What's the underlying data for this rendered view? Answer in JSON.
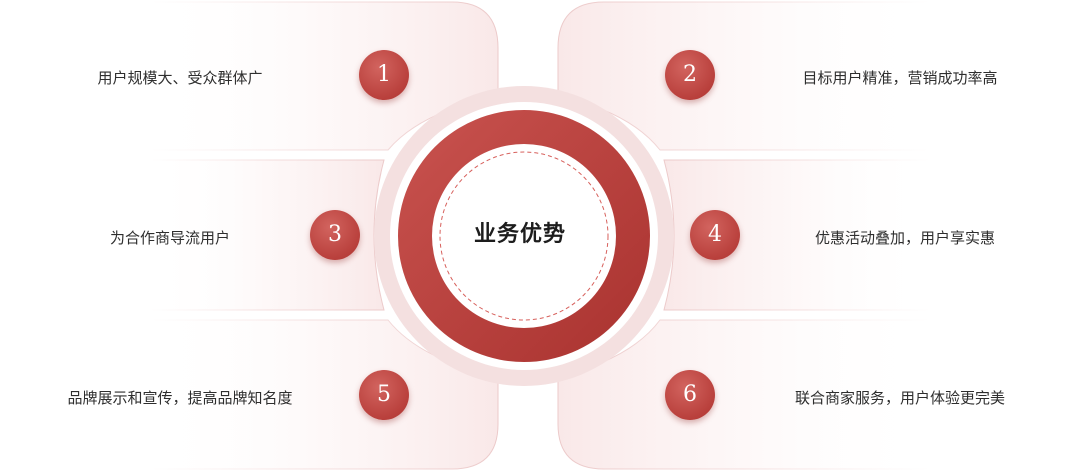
{
  "center": {
    "title": "业务优势"
  },
  "features": [
    {
      "number": "1",
      "text": "用户规模大、受众群体广"
    },
    {
      "number": "2",
      "text": "目标用户精准，营销成功率高"
    },
    {
      "number": "3",
      "text": "为合作商导流用户"
    },
    {
      "number": "4",
      "text": "优惠活动叠加，用户享实惠"
    },
    {
      "number": "5",
      "text": "品牌展示和宣传，提高品牌知名度"
    },
    {
      "number": "6",
      "text": "联合商家服务，用户体验更完美"
    }
  ],
  "colors": {
    "accent": "#b9403c",
    "ring_light": "#f2dcdc",
    "card_fill": "#fdf5f5",
    "card_border": "#f0d2d2",
    "text": "#2e2e2e"
  }
}
